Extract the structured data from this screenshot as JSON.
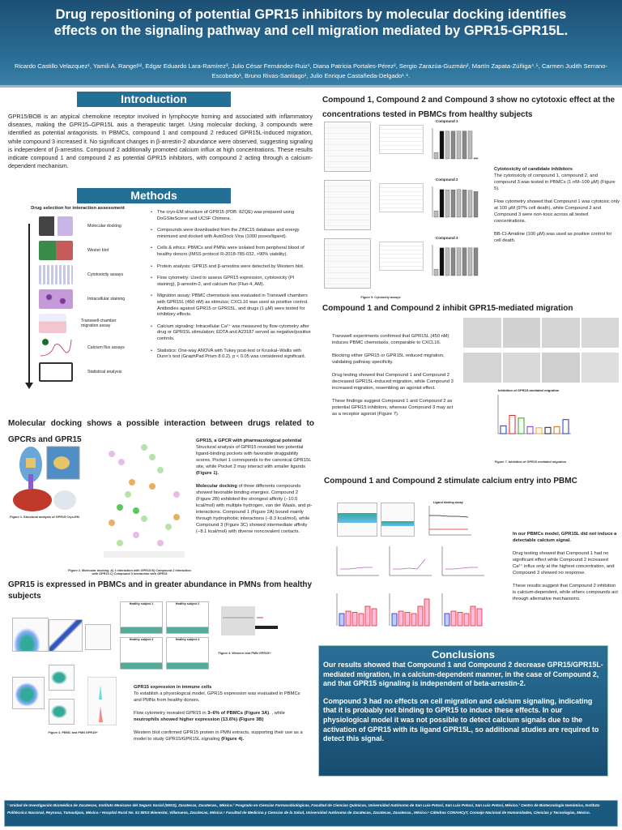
{
  "header": {
    "title": "Drug repositioning of potential GPR15 inhibitors by molecular docking identifies effects on the signaling pathway and cell migration mediated by GPR15-GPR15L.",
    "authors": "Ricardo Castillo Velazquez¹, Yamili A. Rangel¹², Edgar Eduardo Lara-Ramírez³, Julio César Fernández-Ruiz¹, Diana Patricia Portales-Pérez², Sergio Zarazúa-Guzmán², Martín Zapata-Zúñiga⁴˒⁵, Carmen Judith Serrano-Escobedo¹, Bruno Rivas-Santiago¹, Julio Enrique Castañeda-Delgado¹˒⁶."
  },
  "introduction": {
    "title": "Introduction",
    "text": "GPR15/BOB is an atypical chemokine receptor involved in lymphocyte homing and associated with inflammatory diseases, making the GPR15–GPR15L axis a therapeutic target. Using molecular docking, 3 compounds were identified as potential antagonists. In PBMCs, compound 1 and compound 2 reduced GPR15L-induced migration, while compound 3 increased it. No significant changes in β-arrestin-2 abundance were observed, suggesting signaling is independent of β-arrestins. Compound 2 additionally promoted calcium influx at high concentrations. These results indicate compound 1 and compound 2 as potential GPR15 inhibitors, with compound 2 acting through a calcium-dependent mechanism."
  },
  "methods": {
    "title": "Methods",
    "workflow_title": "Drug selection for interaction assessment",
    "workflow": [
      "Molecular docking",
      "Wester blot",
      "Cytotoxicity assays",
      "Intracellular staining",
      "Transwell chamber migration assay",
      "Calcium flux assays",
      "Statistical analysis"
    ],
    "bullets": [
      "The cryo-EM structure of GPR15 (PDB: 8ZQE) was prepared using DoGSiteScorer and UCSF Chimera.",
      "Compounds were downloaded from the ZINC15 database and energy minimized and docked with AutoDock Vina (1000 poses/ligand).",
      "Cells & ethics: PBMCs and PMNs were isolated from peripheral blood of healthy donors (IMSS protocol R-2018-785-032, >90% viability).",
      "Protein analysis: GPR15 and β-arrestins were detected by Western blot.",
      "Flow cytometry: Used to assess GPR15 expression, cytotoxicity (PI staining), β-arrestin-2, and calcium flux (Fluo-4, AM).",
      "Migration assay: PBMC chemotaxis was evaluated in Transwell chambers with GPR15L (450 nM) as stimulus; CXCL16 was used as positive control. Antibodies against GPR15 or GPR15L, and drugs (1 µM) were tested for inhibitory effects.",
      "Calcium signaling: Intracellular Ca²⁺ was measured by flow cytometry after drug or GPR15L stimulation; EDTA and A23187 served as negative/positive controls.",
      "Statistics: One-way ANOVA with Tukey post-test or Kruskal–Wallis with Dunn's test (GraphPad Prism 8.0.2). p < 0.05 was considered significant."
    ]
  },
  "docking": {
    "heading": "Molecular docking shows a possible interaction between drugs related to GPCRs and GPR15",
    "fig1_caption": "Figure 1. Structural analysis of GPR15 Cryo-EM",
    "fig2_caption": "Figure 2. Molecular docking. A) 1 interaction with GPR15 B) Compound 2 interaction with GPR15 C) Compound 3 interaction with GPR15",
    "sub1": "GPR15, a GPCR with pharmacological potential",
    "p1": "Structural analysis of GPR15 revealed two potential ligand-binding pockets with favorable druggability scores. Pocket 1 corresponds to the canonical GPR15L site, while Pocket 2 may interact with smaller ligands ",
    "p1_ref": "(Figure 1).",
    "p2_lead": "Molecular docking",
    "p2": " of three differents compounds showed favorable binding energies. Compound 2 (Figure 2B) exhibited the strongest affinity (−10.5 kcal/mol) with multiple hydrogen, van der Waals, and pi-interactions. Compound 1 (Figure 2A) bound mainly through hydrophobic interactions (−8.3 kcal/mol), while Compound 3 (Figure 3C) showed intermediate affinity (−8.1 kcal/mol) with diverse noncovalent contacts."
  },
  "expression": {
    "heading": "GPR15 is expressed in PBMCs and in greater abundance in PMNs from healthy subjects",
    "fig3_caption": "Figure 3. PBMC and PMN GPR15+",
    "fig4_caption": "Figure 4. Western blot PMN GPR15+",
    "subjects": [
      "Healthy subject 1",
      "Healthy subject 2",
      "Healthy subject 3",
      "Healthy subject 4"
    ],
    "sub": "GPR15 expression in immune cells",
    "p1": "To establish a physiological model, GPR15 expression was evaluated in PBMCs and PMNs from healthy donors.",
    "p2a": "Flow cytometry revealed GPR15 in ",
    "p2b": "3–6% of PBMCs (Figure 3A)",
    "p2c": ". , while ",
    "p2d": "neutrophils showed higher expression (13.6%) (Figure 3B)",
    "p3": "Western blot confirmed GPR15 protein in PMN extracts, supporting their use as a model to study GPR15/GPR15L signaling ",
    "p3_ref": "(Figure 4)."
  },
  "cytotox": {
    "heading": "Compound 1, Compound 2 and Compound 3 show no cytotoxic effect at the concentrations tested in PBMCs from healthy subjects",
    "panels": [
      "Compound 1",
      "Compound 2",
      "Compound 3"
    ],
    "fig_caption": "Figure 5. Cytotoxity assays",
    "sub": "Cytotoxicity of candidate inhibitors",
    "p1": "The cytotoxicity of compound 1, compound 2, and compound 3 was tested in PBMCs (1 nM–100 µM) (Figure 5).",
    "p2": "Flow cytometry showed that Compound 1 was cytotoxic only at 100 µM (97% cell death), while Compound 2 and Compound 3 were non-toxic across all tested concentrations.",
    "p3": "BB-Cl-Amidine (100 µM) was used as positive control for cell death.",
    "bars": [
      [
        22,
        95,
        95,
        95,
        95,
        95,
        95,
        3
      ],
      [
        22,
        95,
        94,
        94,
        95,
        94,
        92,
        88
      ],
      [
        22,
        95,
        95,
        95,
        95,
        95,
        95,
        95
      ]
    ]
  },
  "migration": {
    "heading": "Compound 1 and Compound 2 inhibit GPR15-mediated migration",
    "p": [
      "Transwell experiments confirmed that GPR15L (450 nM) induces PBMC chemotaxis, comparable to CXCL16.",
      "Blocking either GPR15 or GPR15L reduced migration, validating pathway specificity.",
      "Drug testing showed that Compound 1 and Compound 2 decreased GPR15L-induced migration, while Compound 3 increased migration, resembling an agonist effect.",
      "These findings suggest Compound 1 and Compound 2 as potential GPR15 inhibitors, whereas Compound 3 may act as a receptor agonist (Figure 7)."
    ],
    "chart_title": "Inhibition of GPR15-mediated migration",
    "fig_caption": "Figure 7. Inhibition of GPR15 mediated migration",
    "bars": [
      20,
      47,
      40,
      18,
      15,
      16,
      18,
      36
    ],
    "bar_colors": [
      "#2233cc",
      "#e02020",
      "#22aa22",
      "#8833cc",
      "#f0a020",
      "#222222",
      "#c07020",
      "#2233cc"
    ]
  },
  "calcium": {
    "heading": "Compound 1 and Compound 2 stimulate calcium entry into PBMC",
    "p1": "In our PBMCs model, GPR15L did not induce a detectable calcium signal.",
    "p2": "Drug testing showed that Compound 1 had no significant effect while Compound 2 increased Ca²⁺ influx only at the highest concentration, and Compound 3 showed no response.",
    "p3": "These results suggest that Compound 2 inhibition is calcium-dependent, while others compounds act through alternative mechanisms.",
    "chart_title": "Ligand binding assay"
  },
  "conclusions": {
    "title": "Conclusions",
    "p1": "Our results showed that Compound 1 and Compound 2 decrease GPR15/GPR15L-mediated migration, in a calcium-dependent manner, in the case of Compound 2, and that GPR15 signaling is independent of beta-arrestin-2.",
    "p2": "Compound 3 had no effects on cell migration and calcium signaling, indicating that it is probably not binding to GPR15 to induce these effects. In our physiological model it was not possible to detect calcium signals due to the activation of GPR15 with its ligand GPR15L, so additional studies are required to detect this signal."
  },
  "footer": "¹ Unidad de Investigación Biomédica de Zacatecas, Instituto Mexicano del Seguro Social (IMSS), Zacatecas, Zacatecas., México.² Posgrado en Ciencias Farmacobiológicas, Facultad de Ciencias Químicas, Universidad Autónoma de San Luis Potosí, San Luis Potosí, San Luis Potosí, México.³ Centro de Biotecnología Genómica, Instituto Politécnico Nacional, Reynosa, Tamaulipas, México.⁴ Hospital Rural No. 51 IMSS Bienestar, Villanueva, Zacatecas, México.⁵ Facultad de Medicina y Ciencias de la Salud, Universidad Autónoma de Zacatecas, Zacatecas, Zacatecas., México.⁶ Cátedras CONAHCyT, Consejo Nacional de Humanidades, Ciencias y Tecnologías, México."
}
